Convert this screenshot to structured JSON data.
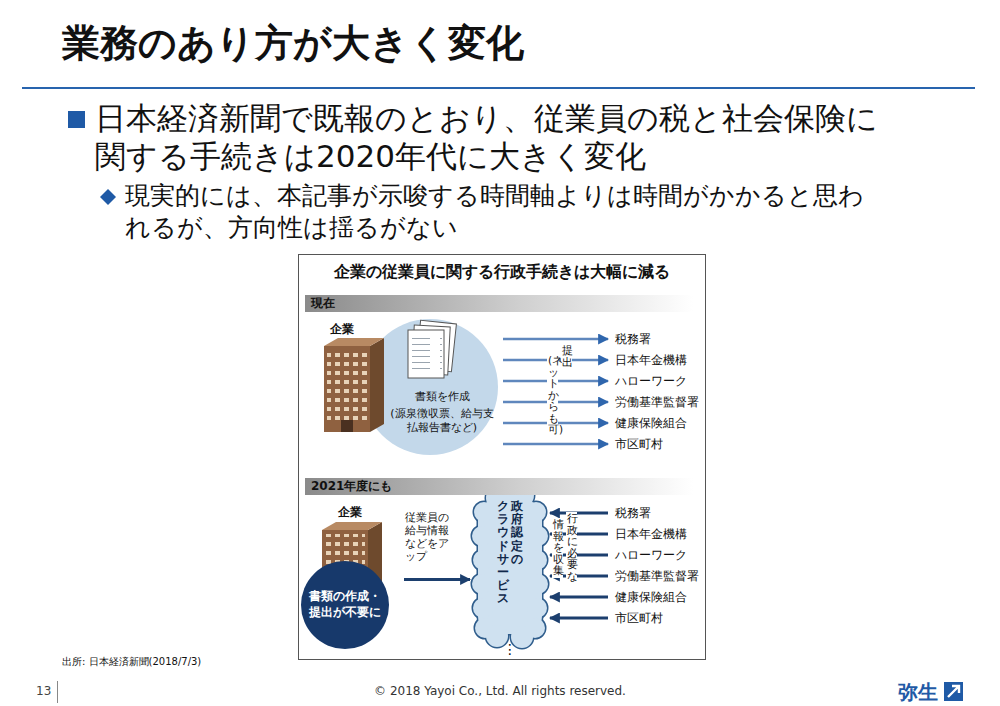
{
  "diagram": {
    "title": "業務のあり方が大きく変化",
    "nodes": [
      {
        "text": [
          "企業の従業員に関する行政手続きは大幅に減る"
        ]
      },
      {
        "text": [
          "現在"
        ],
        "in": 0
      },
      {
        "text": [
          "企業",
          "書類を作成",
          "(源泉徴収票、給与支払報告書など)"
        ],
        "in": 0
      },
      {
        "text": [
          "税務署"
        ],
        "in": 0
      },
      {
        "text": [
          "日本年金機構"
        ],
        "in": 0
      },
      {
        "text": [
          "ハローワーク"
        ],
        "in": 0
      },
      {
        "text": [
          "労働基準監督署"
        ],
        "in": 0
      },
      {
        "text": [
          "健康保険組合"
        ],
        "in": 0
      },
      {
        "text": [
          "市区町村"
        ],
        "in": 0
      },
      {
        "text": [
          "2021年度にも"
        ],
        "in": 0
      },
      {
        "text": [
          "企業",
          "書類の作成・提出が不要に"
        ],
        "in": 0
      },
      {
        "text": [
          "政府認定の",
          "クラウドサービス"
        ],
        "in": 0
      },
      {
        "text": [
          "税務署"
        ],
        "in": 0
      },
      {
        "text": [
          "日本年金機構"
        ],
        "in": 0
      },
      {
        "text": [
          "ハローワーク"
        ],
        "in": 0
      },
      {
        "text": [
          "労働基準監督署"
        ],
        "in": 0
      },
      {
        "text": [
          "健康保険組合"
        ],
        "in": 0
      },
      {
        "text": [
          "市区町村"
        ],
        "in": 0
      }
    ],
    "edges": [
      {
        "from": 2,
        "to": 3,
        "arrow": "to"
      },
      {
        "from": 2,
        "to": 4,
        "arrow": "to"
      },
      {
        "from": 2,
        "to": 5,
        "arrow": "to"
      },
      {
        "from": 2,
        "to": 6,
        "arrow": "to"
      },
      {
        "from": 2,
        "to": 7,
        "arrow": "to"
      },
      {
        "from": 2,
        "to": 8,
        "arrow": "to"
      },
      {
        "from": 10,
        "to": 11,
        "label": "従業員の給与情報などをアップ",
        "arrow": "to"
      },
      {
        "from": 12,
        "to": 11,
        "arrow": "to"
      },
      {
        "from": 13,
        "to": 11,
        "arrow": "to"
      },
      {
        "from": 14,
        "to": 11,
        "arrow": "to"
      },
      {
        "from": 15,
        "to": 11,
        "arrow": "to"
      },
      {
        "from": 16,
        "to": 11,
        "arrow": "to"
      },
      {
        "from": 17,
        "to": 11,
        "arrow": "to"
      }
    ],
    "labels": [
      "日本経済新聞で既報のとおり、従業員の税と社会保険に関する手続きは2020年代に大きく変化",
      "現実的には、本記事が示唆する時間軸よりは時間がかかると思われるが、方向性は揺るがない",
      "提出",
      "(ネットからも可)",
      "行政に必要な",
      "情報を収集",
      "⋮",
      "出所: 日本経済新聞(2018/7/3)",
      "13",
      "© 2018 Yayoi Co., Ltd.  All rights reserved.",
      "弥生"
    ]
  }
}
